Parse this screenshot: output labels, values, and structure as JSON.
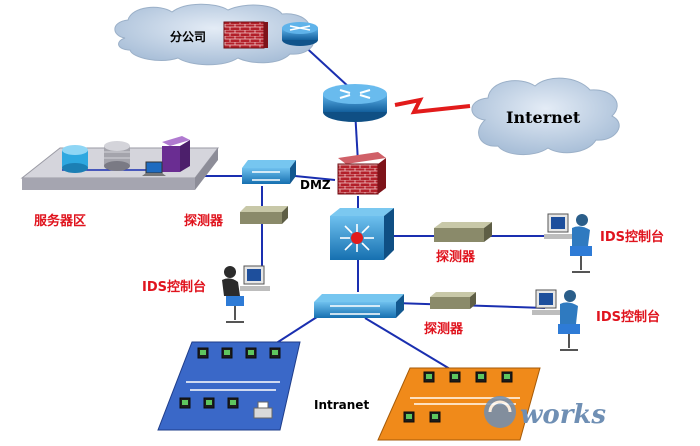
{
  "labels": {
    "branch": "分公司",
    "internet": "Internet",
    "dmz": "DMZ",
    "server_zone": "服务器区",
    "probe_left": "探测器",
    "probe_mid1": "探测器",
    "probe_mid2": "探测器",
    "ids_left": "IDS控制台",
    "ids_right1": "IDS控制台",
    "ids_right2": "IDS控制台",
    "intranet": "Intranet",
    "watermark": "works"
  },
  "colors": {
    "link": "#1a2fb0",
    "wan_link": "#e21b1b",
    "label_red": "#e0141e",
    "cloud": "#b9cbe0",
    "router": "#1f82c8",
    "firewall": "#b01e24",
    "lan_blue": "#3a68c8",
    "lan_orange": "#f08a1a"
  }
}
